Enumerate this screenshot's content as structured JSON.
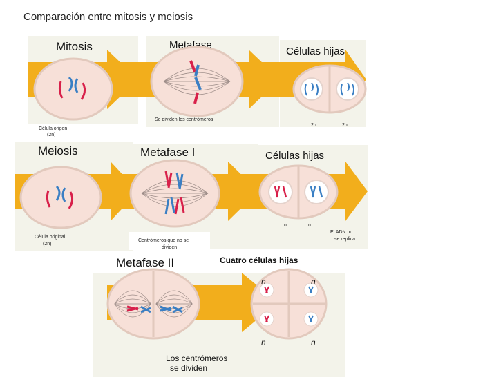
{
  "title": "Comparación entre mitosis y meiosis",
  "mitosis": {
    "label": "Mitosis",
    "stage": "Metafase",
    "daughters": "Células hijas",
    "origin_line1": "Célula origen",
    "origin_line2": "(2n)",
    "note": "Se dividen los centrómeros",
    "ploidy_a": "2n",
    "ploidy_b": "2n"
  },
  "meiosis": {
    "label": "Meiosis",
    "stage": "Metafase I",
    "daughters": "Células hijas",
    "origin_line1": "Célula original",
    "origin_line2": "(2n)",
    "note_line1": "Centrómeros que no se",
    "note_line2": "dividen",
    "ploidy_a": "n",
    "ploidy_b": "n",
    "dna_line1": "El ADN no",
    "dna_line2": "se replica"
  },
  "meiosis2": {
    "stage": "Metafase II",
    "daughters": "Cuatro células hijas",
    "n_tl": "n",
    "n_tr": "n",
    "n_bl": "n",
    "n_br": "n",
    "note_line1": "Los centrómeros",
    "note_line2": "se dividen"
  },
  "colors": {
    "arrow": "#f2ae1c",
    "cell_fill": "#f7e0d8",
    "cell_border": "#e2c9bd",
    "panel_bg": "#f3f3ea",
    "red_chromosome": "#d8204a",
    "blue_chromosome": "#3a7fc4"
  }
}
